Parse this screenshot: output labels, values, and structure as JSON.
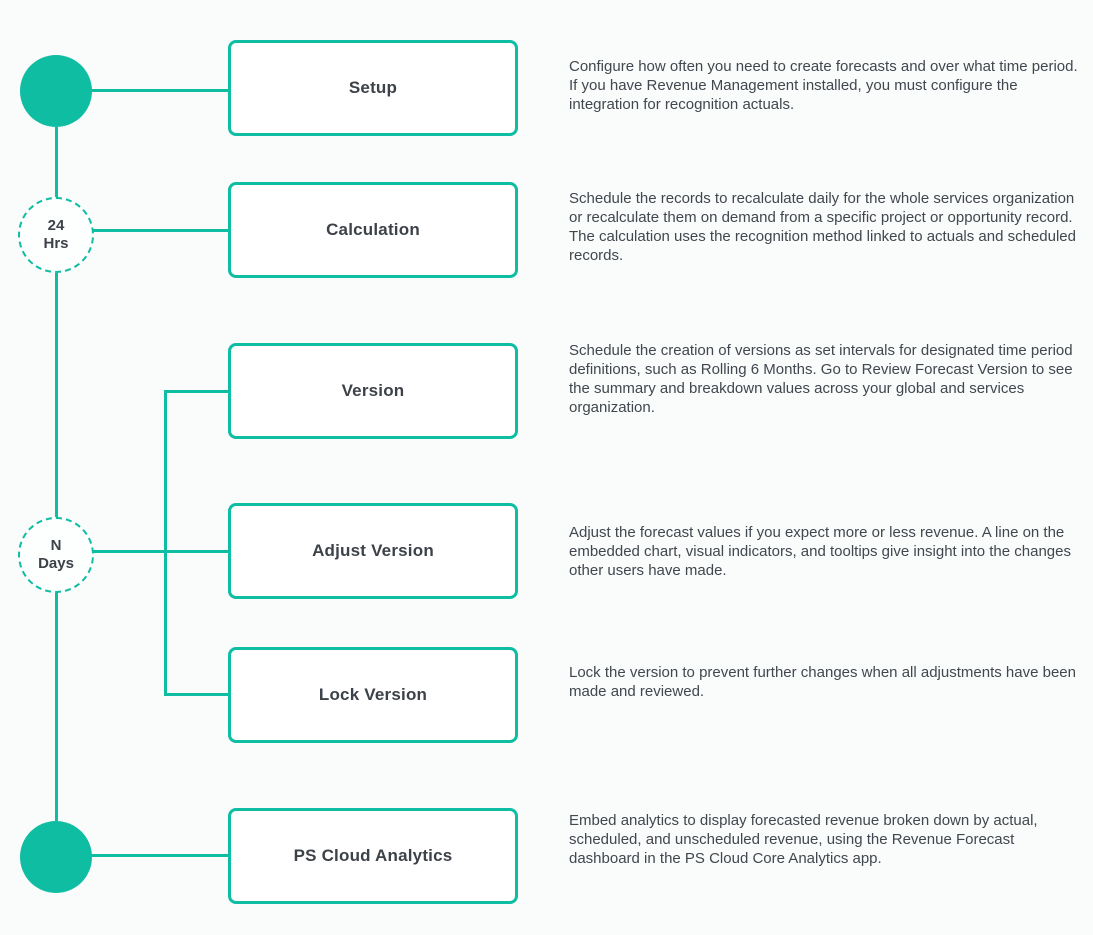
{
  "theme": {
    "accent": "#0fbda3",
    "title_color": "#3d4249",
    "text_color": "#40474e",
    "background": "#fafbfb",
    "box_background": "#ffffff"
  },
  "diagram": {
    "type": "vertical-timeline-flowchart",
    "timeline": {
      "nodes": [
        {
          "type": "solid-circle",
          "line1": "",
          "line2": ""
        },
        {
          "type": "dashed-circle",
          "line1": "24",
          "line2": "Hrs"
        },
        {
          "type": "dashed-circle",
          "line1": "N",
          "line2": "Days"
        },
        {
          "type": "solid-circle",
          "line1": "",
          "line2": ""
        }
      ]
    },
    "steps": [
      {
        "title": "Setup",
        "description": "Configure how often you need to create forecasts and over what time period. If you have Revenue Management installed, you must configure the integration for recognition actuals."
      },
      {
        "title": "Calculation",
        "description": "Schedule the records to recalculate daily for the whole services organization or recalculate them on demand from a specific project or opportunity record. The calculation uses the recognition method linked to actuals and scheduled records."
      },
      {
        "title": "Version",
        "description": "Schedule the creation of versions as set intervals for designated time period definitions, such as Rolling 6 Months. Go to Review Forecast Version to see the summary and breakdown values across your global and services organization."
      },
      {
        "title": "Adjust Version",
        "description": "Adjust the forecast values if you expect more or less revenue. A line on the embedded chart, visual indicators, and tooltips give insight into the changes other users have made."
      },
      {
        "title": "Lock Version",
        "description": "Lock the version to prevent further changes when all adjustments have been made and reviewed."
      },
      {
        "title": "PS Cloud Analytics",
        "description": "Embed analytics to display forecasted revenue broken down by actual, scheduled, and unscheduled revenue, using the Revenue Forecast dashboard in the PS Cloud Core Analytics app."
      }
    ]
  }
}
